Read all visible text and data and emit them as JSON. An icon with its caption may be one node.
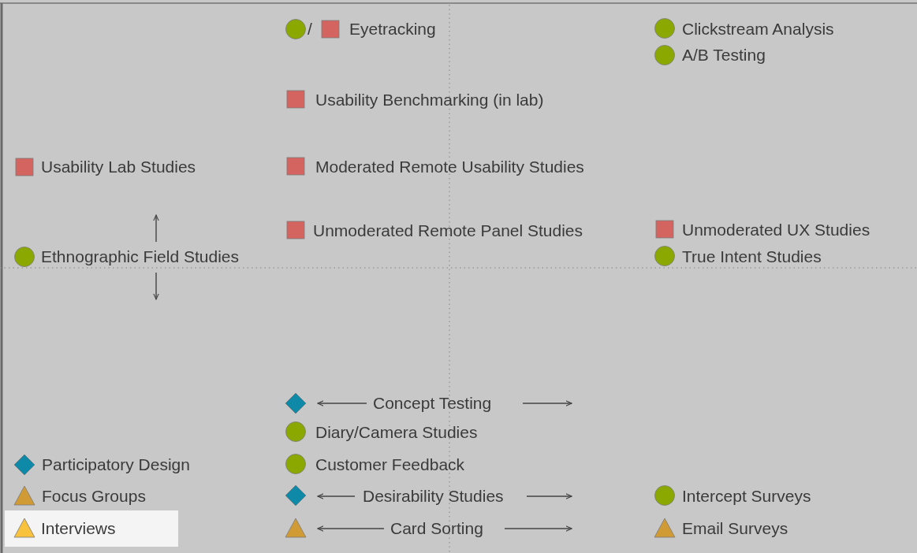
{
  "diagram": {
    "labels": [
      "/",
      "Eyetracking",
      "Clickstream Analysis",
      "A/B Testing",
      "Usability Benchmarking (in lab)",
      "Usability Lab Studies",
      "Moderated Remote Usability Studies",
      "Unmoderated Remote Panel Studies",
      "Unmoderated UX Studies",
      "Ethnographic Field Studies",
      "True Intent Studies",
      "Concept Testing",
      "Diary/Camera Studies",
      "Participatory Design",
      "Customer Feedback",
      "Focus Groups",
      "Desirability Studies",
      "Intercept Surveys",
      "Interviews",
      "Card Sorting",
      "Email Surveys"
    ]
  }
}
